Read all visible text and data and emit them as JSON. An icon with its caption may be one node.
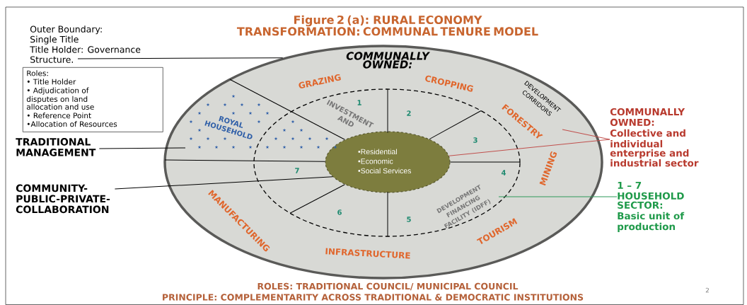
{
  "diagram": {
    "title": "Figure 2 (a): RURAL ECONOMY TRANSFORMATION: COMMUNAL TENURE MODEL",
    "nodes": [
      {
        "text": [
          "COMMUNALLY OWNED:"
        ]
      },
      {
        "text": [
          "INVESTMENT AND",
          "DEVELOPMENT FINANCING FACILITY (IDFF)"
        ],
        "in": 0
      },
      {
        "text": [
          "•Residential",
          "•Economic",
          "•Social Services"
        ],
        "in": 1
      },
      {
        "text": [
          "Roles:",
          "• Title Holder",
          "• Adjudication of disputes on land allocation and use",
          "• Reference Point",
          "•Allocation of Resources"
        ]
      },
      {
        "text": [
          "Outer Boundary: Single Title",
          "Title Holder: Governance Structure."
        ]
      },
      {
        "text": [
          "TRADITIONAL MANAGEMENT"
        ]
      },
      {
        "text": [
          "COMMUNITY-PUBLIC-PRIVATE-COLLABORATION"
        ]
      },
      {
        "text": [
          "COMMUNALLY OWNED:",
          "Collective and individual enterprise and industrial sector"
        ]
      },
      {
        "text": [
          "1 – 7 HOUSEHOLD SECTOR:",
          "Basic unit of production"
        ]
      }
    ],
    "edges": [
      {
        "from": 4,
        "to": 0,
        "arrow": "none"
      },
      {
        "from": 5,
        "to": null,
        "arrow": "none"
      },
      {
        "from": 6,
        "to": 2,
        "arrow": "none"
      },
      {
        "from": 7,
        "to": null,
        "arrow": "none",
        "color": "#c0504d"
      },
      {
        "from": 7,
        "to": 2,
        "arrow": "none",
        "color": "#c0504d"
      },
      {
        "from": 8,
        "to": 1,
        "arrow": "none",
        "color": "#2e9a5a"
      }
    ],
    "labels": [
      "GRAZING",
      "CROPPING",
      "DEVELOPMENT CORRIDORS",
      "ROYAL HOUSEHOLD",
      "FORESTRY",
      "1",
      "2",
      "3",
      "7",
      "4",
      "MINING",
      "MANUFACTURING",
      "6",
      "5",
      "TOURISM",
      "INFRASTRUCTURE",
      "ROLES: TRADITIONAL COUNCIL/ MUNICIPAL COUNCIL",
      "PRINCIPLE: COMPLEMENTARITY ACROSS TRADITIONAL & DEMOCRATIC INSTITUTIONS",
      "2"
    ]
  }
}
